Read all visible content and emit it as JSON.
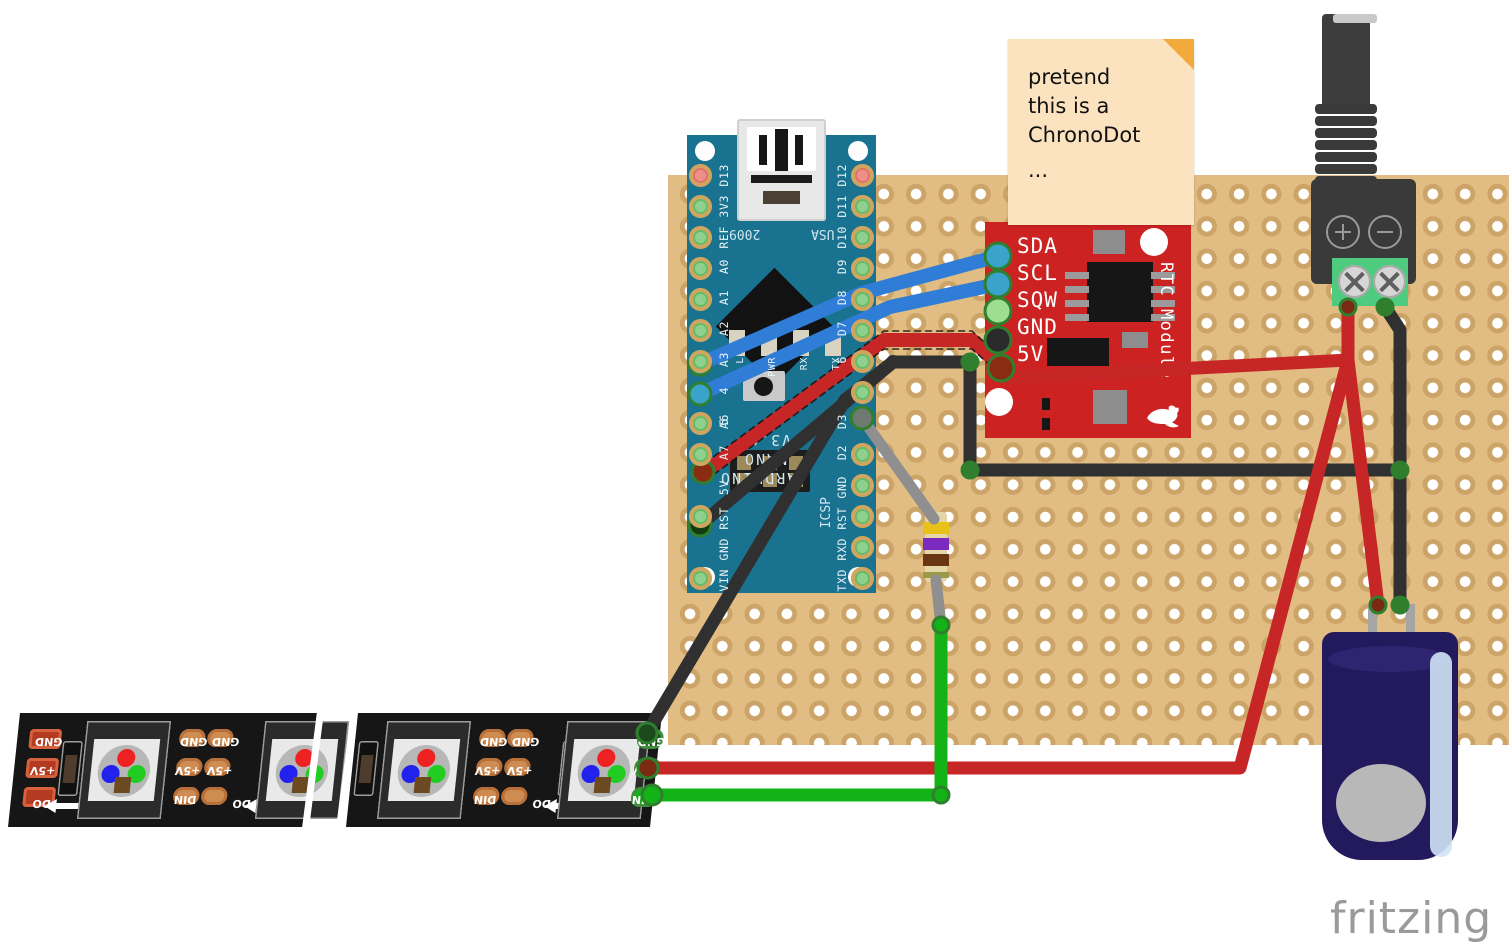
{
  "app": {
    "name": "Fritzing",
    "logo_text": "fritzing",
    "view": "breadboard"
  },
  "note": {
    "name": "sticky-note",
    "lines": [
      "pretend",
      "this is a",
      "ChronoDot",
      "..."
    ],
    "text": "pretend this is a ChronoDot ...",
    "background_color": "#fbe3c0",
    "fold_color": "#f2aa3c"
  },
  "perfboard": {
    "name": "perfboard",
    "color": "#e2bd83",
    "pad_color": "#cda468"
  },
  "nano": {
    "name": "Arduino Nano",
    "silk_title": "ARDUINO",
    "silk_model": "NANO",
    "silk_version": "V3.0",
    "silk_year": "2009",
    "silk_origin": "USA",
    "silk_icsp": "ICSP",
    "rotation": "180",
    "board_color": "#19728f",
    "left_pins": [
      "D13",
      "3V3",
      "REF",
      "A0",
      "A1",
      "A2",
      "A3",
      "4",
      "5",
      "A6",
      "A7",
      "5V",
      "RST",
      "GND",
      "VIN"
    ],
    "right_pins": [
      "D12",
      "D11",
      "D10",
      "D9",
      "D8",
      "D7",
      "6",
      "D3",
      "D2",
      "GND",
      "RST",
      "RXD",
      "TXD"
    ],
    "led_labels": [
      "L",
      "PWR",
      "RX",
      "TX"
    ]
  },
  "rtc": {
    "name": "RTC Module",
    "side_text": "RTC Module",
    "pins": [
      "SDA",
      "SCL",
      "SQW",
      "GND",
      "5V"
    ],
    "board_color": "#cc2222"
  },
  "dc_jack": {
    "name": "DC power jack adapter",
    "polarity_positive": "+",
    "polarity_negative": "-",
    "terminal_color": "#4ecb7f"
  },
  "capacitor": {
    "name": "Electrolytic capacitor",
    "body_color": "#231a5e"
  },
  "resistor": {
    "name": "Resistor",
    "bands": [
      "#e8c119",
      "#7c2ac0",
      "#6a3512"
    ],
    "band_names": [
      "yellow",
      "violet",
      "brown"
    ]
  },
  "led_strip": {
    "name": "Addressable RGB LED strip",
    "pad_labels": [
      "GND",
      "+5V",
      "DIN",
      "DO"
    ],
    "gnd": "GND",
    "v5": "+5V",
    "din": "DIN",
    "do": "DO",
    "segment_break": "//"
  },
  "wires": [
    {
      "name": "wire-sda",
      "color": "#2f7dd6",
      "from": "nano-A4",
      "to": "rtc-SDA"
    },
    {
      "name": "wire-scl",
      "color": "#2f7dd6",
      "from": "nano-A5",
      "to": "rtc-SCL"
    },
    {
      "name": "wire-5v-rtc",
      "color": "#c62626",
      "from": "nano-5V",
      "to": "rtc-5V",
      "selected": true
    },
    {
      "name": "wire-gnd-nano",
      "color": "#303030",
      "from": "nano-GND",
      "to": "rtc-GND"
    },
    {
      "name": "wire-data",
      "color": "#8f8f8f",
      "from": "nano-D3",
      "to": "resistor"
    },
    {
      "name": "wire-din",
      "color": "#13b317",
      "from": "resistor",
      "to": "strip-DIN"
    },
    {
      "name": "wire-5v-strip",
      "color": "#c62626",
      "from": "power-rail",
      "to": "strip-+5V"
    },
    {
      "name": "wire-gnd-strip",
      "color": "#303030",
      "from": "gnd-rail",
      "to": "strip-GND"
    },
    {
      "name": "wire-jack-plus",
      "color": "#c62626",
      "from": "dcjack-+",
      "to": "power-rail"
    },
    {
      "name": "wire-jack-minus",
      "color": "#303030",
      "from": "dcjack--",
      "to": "gnd-rail"
    },
    {
      "name": "wire-cap-plus",
      "color": "#c62626",
      "from": "power-rail",
      "to": "capacitor-+"
    },
    {
      "name": "wire-cap-minus",
      "color": "#303030",
      "from": "gnd-rail",
      "to": "capacitor--"
    }
  ],
  "colors": {
    "blue_wire": "#2f7dd6",
    "red_wire": "#c62626",
    "black_wire": "#303030",
    "green_wire": "#13b317",
    "gray_wire": "#8f8f8f",
    "connector_green": "#2f7f2f",
    "perfboard": "#e2bd83",
    "rtc_red": "#cc2222",
    "nano_teal": "#19728f",
    "logo_gray": "#9a9a9a"
  }
}
